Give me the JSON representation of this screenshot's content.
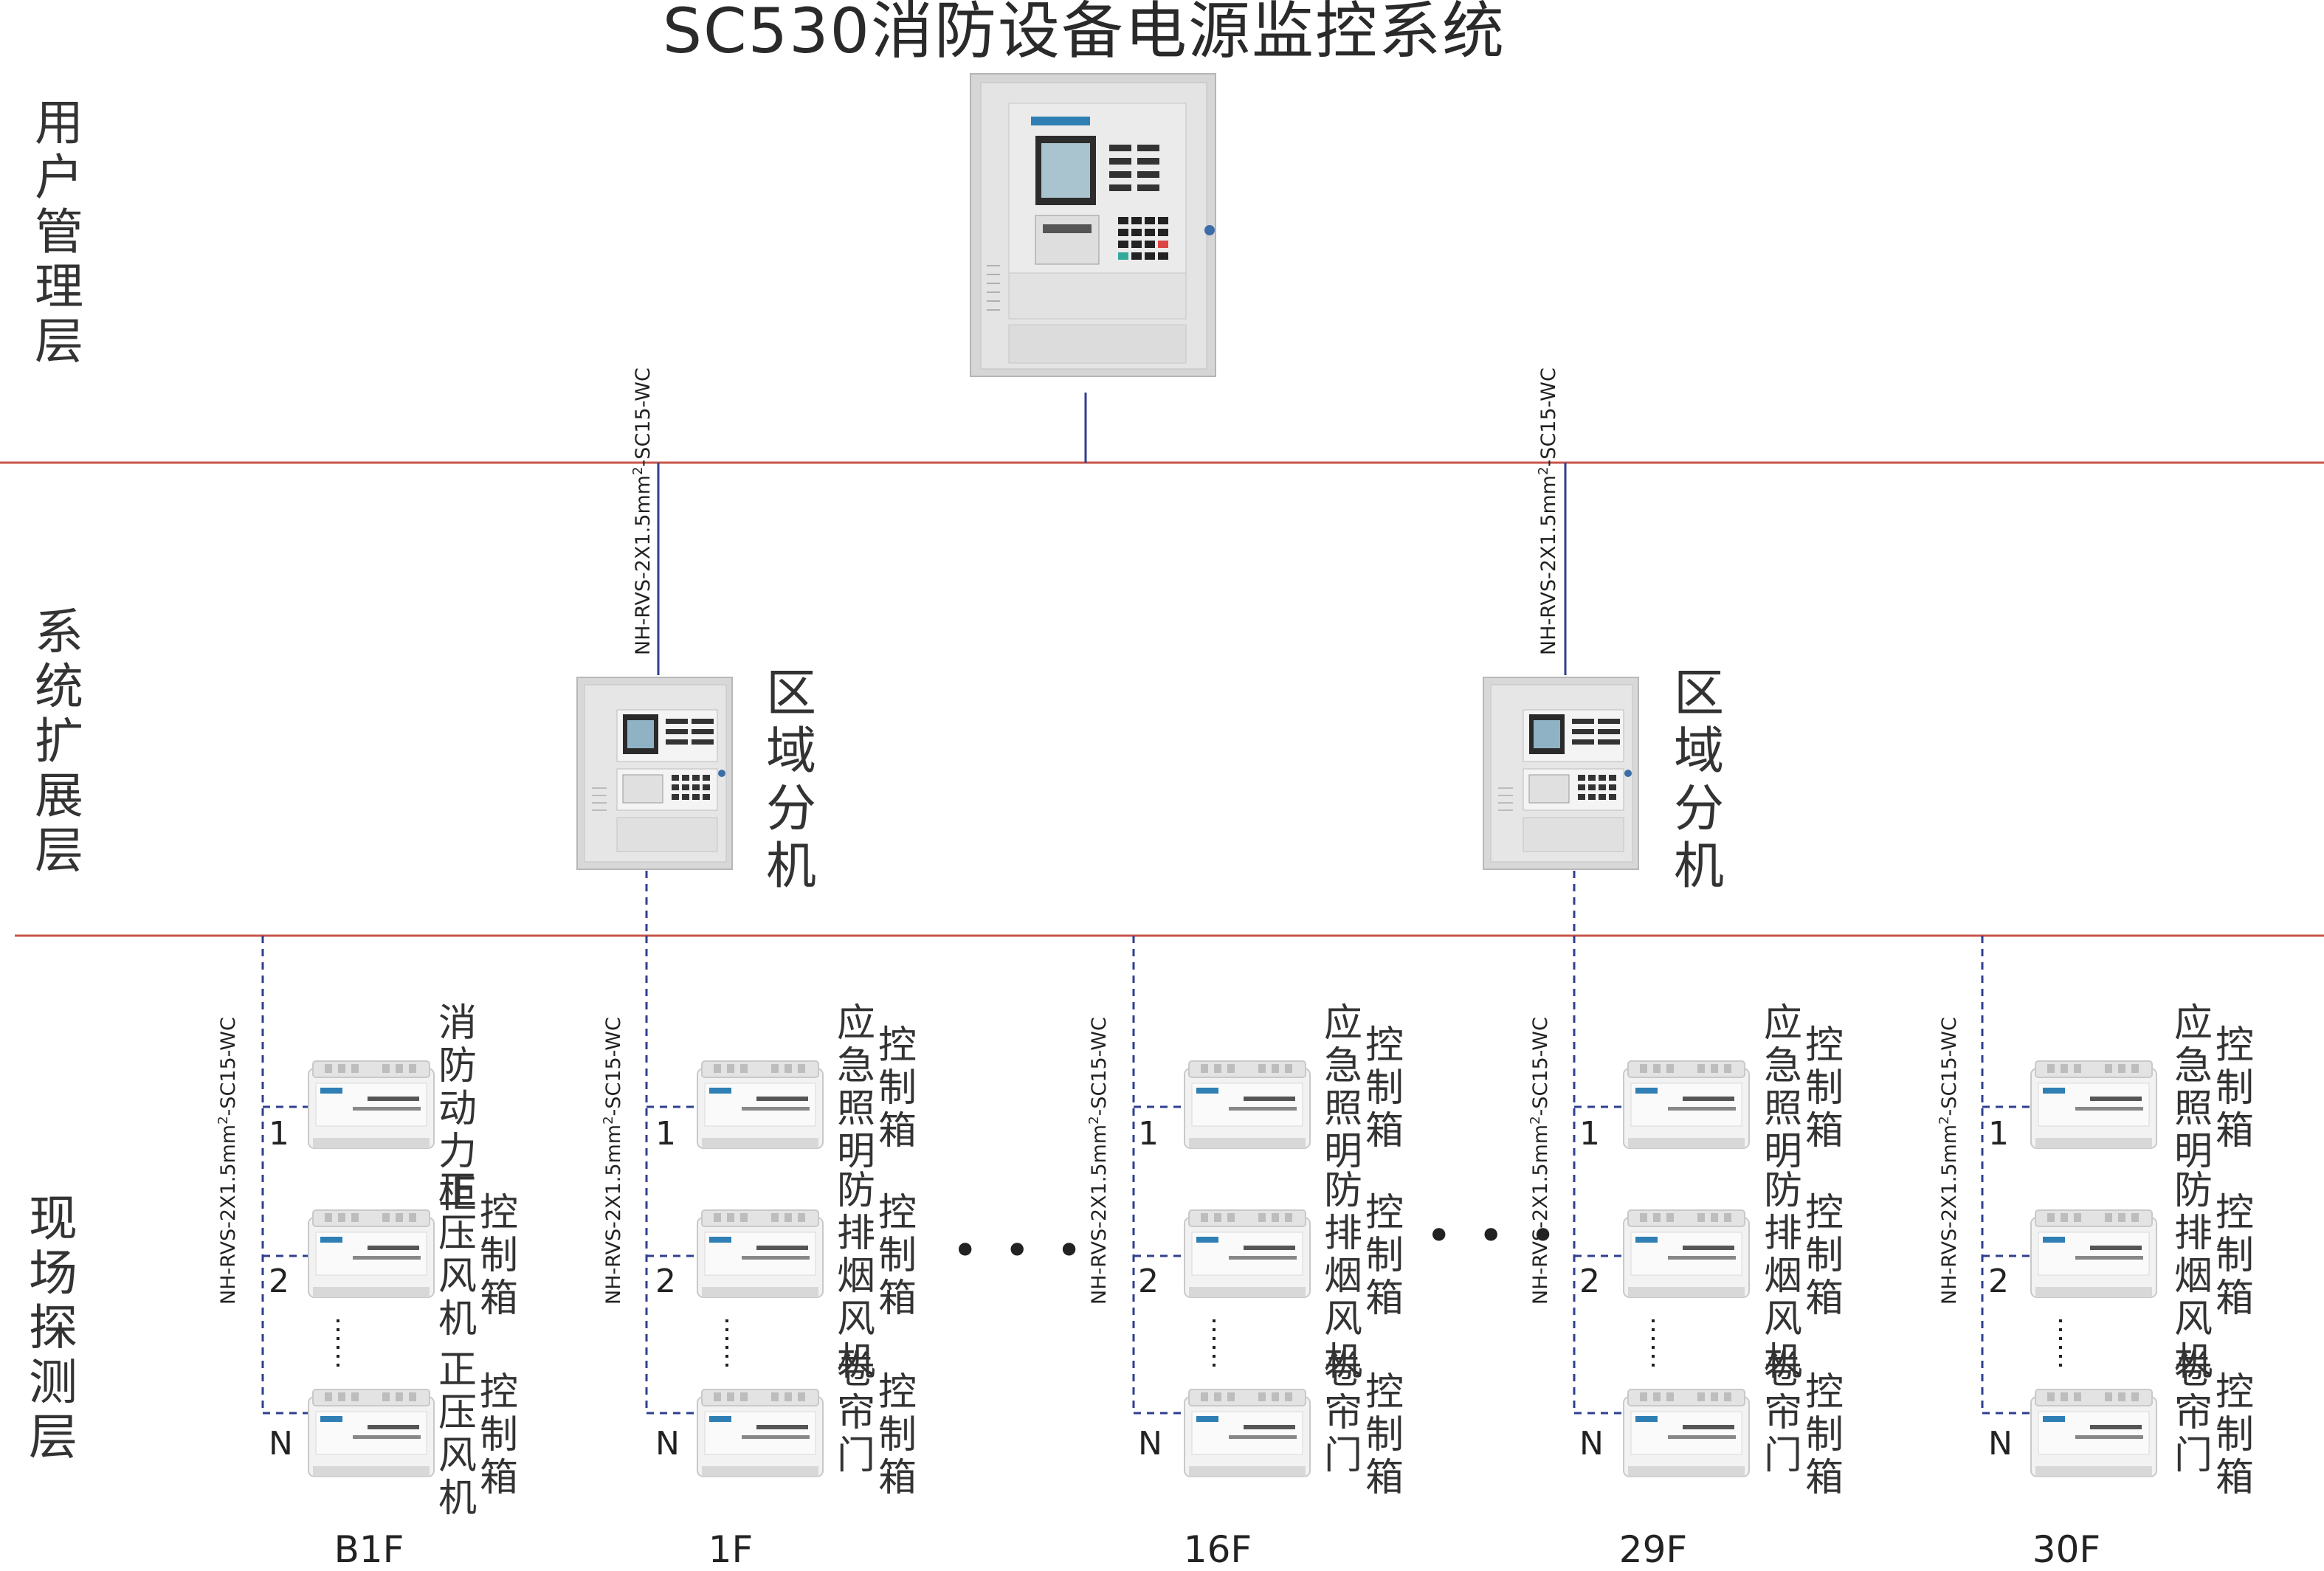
{
  "title": "SC530消防设备电源监控系统",
  "colors": {
    "layer_line": "#c8554a",
    "bus_line": "#2f3f8f",
    "cabinet": "#dcdcdc"
  },
  "layers": [
    {
      "label": "用户管理层"
    },
    {
      "label": "系统扩展层"
    },
    {
      "label": "现场探测层"
    }
  ],
  "zone_units": [
    {
      "label": "区域分机"
    },
    {
      "label": "区域分机"
    }
  ],
  "cable_label": {
    "main": "NH-RVS-2X1.5mm",
    "sup": "2",
    "tail": "-SC15-WC"
  },
  "columns": [
    {
      "floor": "B1F",
      "rows": [
        {
          "num": "1",
          "label_a": "消防动力柜",
          "label_b": ""
        },
        {
          "num": "2",
          "label_a": "正压风机",
          "label_b": "控制箱"
        },
        {
          "num": "N",
          "label_a": "正压风机",
          "label_b": "控制箱"
        }
      ]
    },
    {
      "floor": "1F",
      "rows": [
        {
          "num": "1",
          "label_a": "应急照明",
          "label_b": "控制箱"
        },
        {
          "num": "2",
          "label_a": "防排烟风机",
          "label_b": "控制箱"
        },
        {
          "num": "N",
          "label_a": "卷帘门",
          "label_b": "控制箱"
        }
      ]
    },
    {
      "floor": "16F",
      "rows": [
        {
          "num": "1",
          "label_a": "应急照明",
          "label_b": "控制箱"
        },
        {
          "num": "2",
          "label_a": "防排烟风机",
          "label_b": "控制箱"
        },
        {
          "num": "N",
          "label_a": "卷帘门",
          "label_b": "控制箱"
        }
      ]
    },
    {
      "floor": "29F",
      "rows": [
        {
          "num": "1",
          "label_a": "应急照明",
          "label_b": "控制箱"
        },
        {
          "num": "2",
          "label_a": "防排烟风机",
          "label_b": "控制箱"
        },
        {
          "num": "N",
          "label_a": "卷帘门",
          "label_b": "控制箱"
        }
      ]
    },
    {
      "floor": "30F",
      "rows": [
        {
          "num": "1",
          "label_a": "应急照明",
          "label_b": "控制箱"
        },
        {
          "num": "2",
          "label_a": "防排烟风机",
          "label_b": "控制箱"
        },
        {
          "num": "N",
          "label_a": "卷帘门",
          "label_b": "控制箱"
        }
      ]
    }
  ],
  "ellipsis": "• • •"
}
